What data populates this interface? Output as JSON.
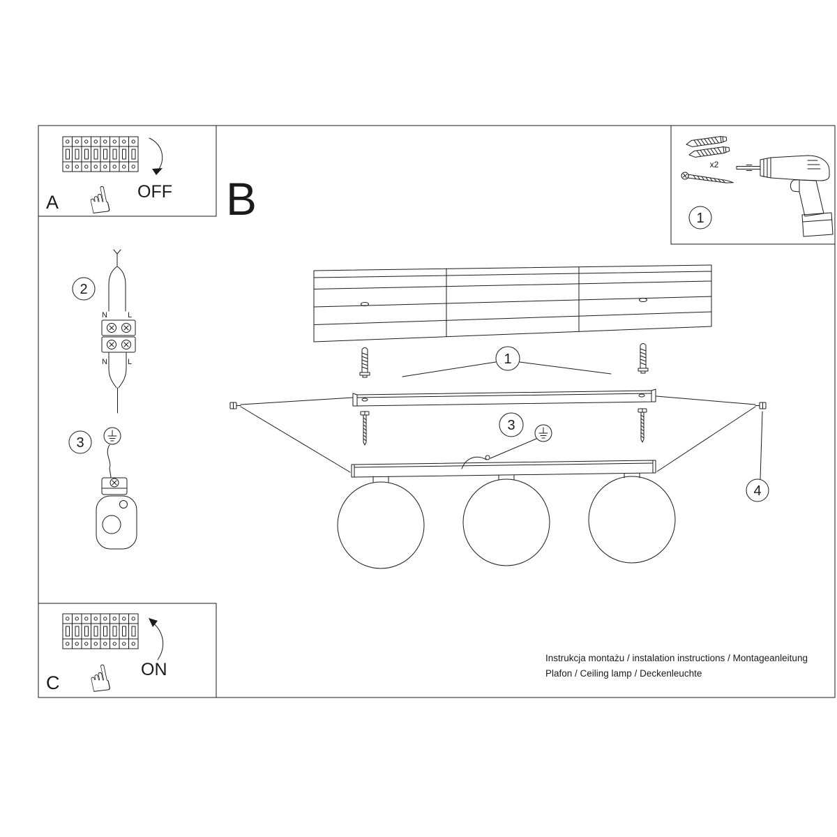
{
  "sections": {
    "a": "A",
    "b": "B",
    "c": "C"
  },
  "switch": {
    "off": "OFF",
    "on": "ON"
  },
  "callouts": {
    "one": "1",
    "two": "2",
    "three": "3",
    "four": "4"
  },
  "parts": {
    "anchor_qty": "x2"
  },
  "wiring": {
    "n": "N",
    "l": "L"
  },
  "icons": {
    "hand": "☝"
  },
  "footer": {
    "line1": "Instrukcja montażu / instalation instructions / Montageanleitung",
    "line2": "Plafon / Ceiling lamp / Deckenleuchte"
  },
  "colors": {
    "line": "#1a1a1a",
    "background": "#ffffff"
  }
}
